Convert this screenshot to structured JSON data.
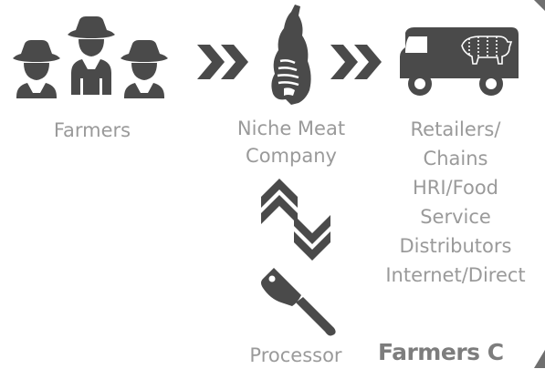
{
  "nodes": {
    "farmers": "Farmers",
    "niche_line1": "Niche Meat",
    "niche_line2": "Company",
    "retail_lines": [
      "Retailers/",
      "Chains",
      "HRI/Food",
      "Service",
      "Distributors",
      "Internet/Direct"
    ],
    "processor": "Processor"
  },
  "brand_text": "Farmers C",
  "colors": {
    "icon": "#4a4a4a",
    "label": "#9a9a9a",
    "brand": "#7d7d7d"
  },
  "icons": [
    "farmer-icon",
    "forward-chevron-icon",
    "meat-carcass-icon",
    "delivery-truck-icon",
    "pig-outline-icon",
    "up-chevron-icon",
    "down-chevron-icon",
    "cleaver-icon"
  ]
}
